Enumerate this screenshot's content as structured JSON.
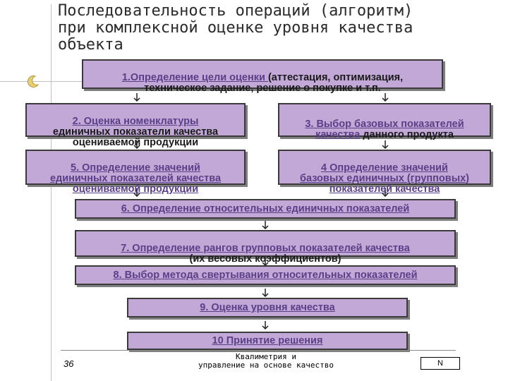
{
  "title": "Последовательность операций (алгоритм)\nпри комплексной оценке уровня качества\nобъекта",
  "steps": {
    "s1": {
      "u": "1.Определение цели оценки ",
      "plain": "(аттестация, оптимизация,\nтехническое задание, решение о покупке и т.п."
    },
    "s2": {
      "u": "2. Оценка номенклатуры",
      "plain": "\nединичных показатели качества\nоцениваемой продукции"
    },
    "s3": {
      "u": "3. Выбор базовых показателей\nкачества",
      "plain": " данного продукта"
    },
    "s5": {
      "u": "5. Определение значений\nединичных показателей качества\nоцениваемой продукции"
    },
    "s4": {
      "u": "4 Определение значений\nбазовых единичных (групповых)\nпоказателей качества"
    },
    "s6": {
      "u": "6. Определение относительных единичных показателей"
    },
    "s7": {
      "u": "7. Определение рангов групповых показателей качества",
      "plain": "\n(их весовых коэффициентов)"
    },
    "s8": {
      "u": "8. Выбор метода свертывания относительных показателей"
    },
    "s9": {
      "u": "9. Оценка уровня качества"
    },
    "s10": {
      "u": "10 Принятие решения"
    }
  },
  "footer": {
    "page": "36",
    "center": "Квалиметрия и\nуправление на основе качество",
    "logo": "N"
  }
}
